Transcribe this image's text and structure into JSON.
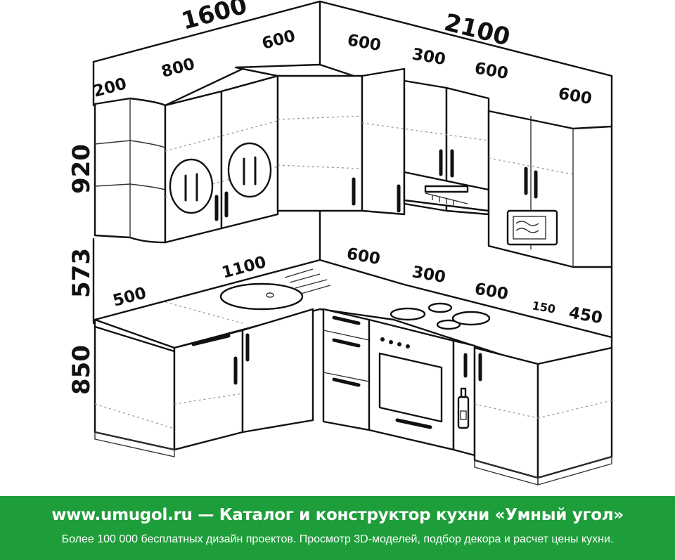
{
  "dimensions": {
    "total_left": "1600",
    "total_right": "2100",
    "upper_shelf": "200",
    "upper_left": "800",
    "upper_corner_left": "600",
    "upper_corner_right": "600",
    "upper_hood": "300",
    "upper_mid": "600",
    "upper_end": "600",
    "height_upper": "920",
    "height_apron": "573",
    "height_base": "850",
    "counter_depth": "500",
    "counter_left": "1100",
    "counter_corner": "600",
    "counter_drawers": "300",
    "counter_stove": "600",
    "counter_bottle": "150",
    "counter_end": "450"
  },
  "footer": {
    "main": "www.umugol.ru — Каталог и конструктор кухни «Умный угол»",
    "sub": "Более 100 000 бесплатных дизайн проектов. Просмотр 3D-моделей, подбор декора и расчет цены кухни."
  },
  "colors": {
    "footer_bg": "#1e9e3a",
    "footer_text": "#ffffff",
    "line": "#111111"
  }
}
